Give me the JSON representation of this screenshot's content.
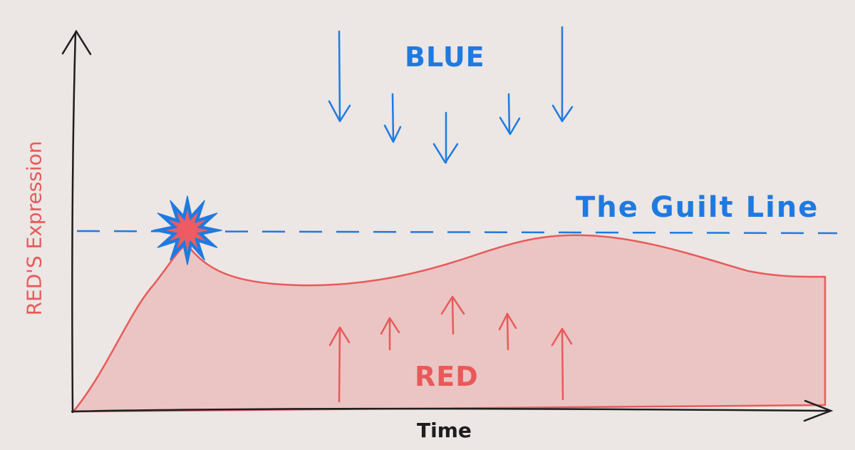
{
  "diagram": {
    "labels": {
      "blue": "BLUE",
      "red": "RED",
      "guilt_line": "The Guilt Line",
      "x_axis": "Time",
      "y_axis": "RED'S Expression"
    },
    "colors": {
      "blue": "#1f7ae0",
      "red": "#e85a5a",
      "red_fill": "#ebc5c3",
      "axis": "#1e1e1e",
      "background": "#ece6e4",
      "burst_inner": "#ee5b62"
    },
    "icons": {
      "burst": "starburst-icon",
      "blue_arrows": "arrow-down-icon",
      "red_arrows": "arrow-up-icon"
    }
  }
}
